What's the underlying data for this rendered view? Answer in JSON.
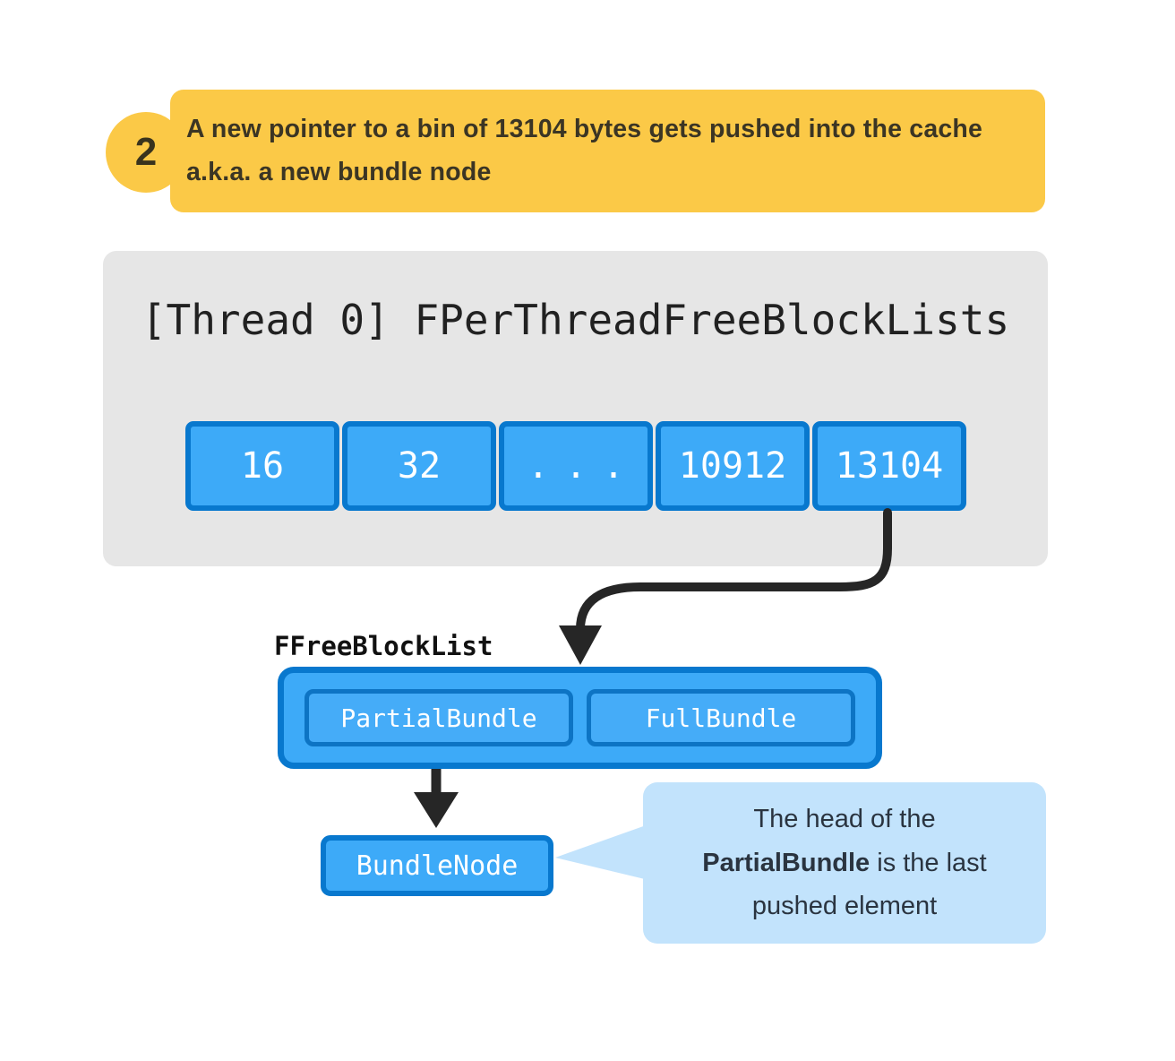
{
  "step": {
    "number": "2",
    "text": "A new pointer to a bin of 13104 bytes gets pushed into the cache a.k.a. a new bundle node"
  },
  "thread_block": {
    "title": "[Thread 0] FPerThreadFreeBlockLists",
    "bins": [
      "16",
      "32",
      "...",
      "10912",
      "13104"
    ]
  },
  "free_block_list": {
    "label": "FFreeBlockList",
    "partial_bundle": "PartialBundle",
    "full_bundle": "FullBundle"
  },
  "bundle_node": {
    "label": "BundleNode"
  },
  "note": {
    "line1": "The head of the",
    "line2_bold": "PartialBundle",
    "line2_rest": " is the last",
    "line3": "pushed element"
  },
  "colors": {
    "accent_yellow": "#FBC947",
    "block_gray": "#E6E6E6",
    "cell_fill_blue": "#3DAAF8",
    "cell_border_blue": "#0878CE",
    "note_light_blue": "#C2E3FC",
    "arrow_black": "#262626",
    "text_dark": "#212121"
  }
}
